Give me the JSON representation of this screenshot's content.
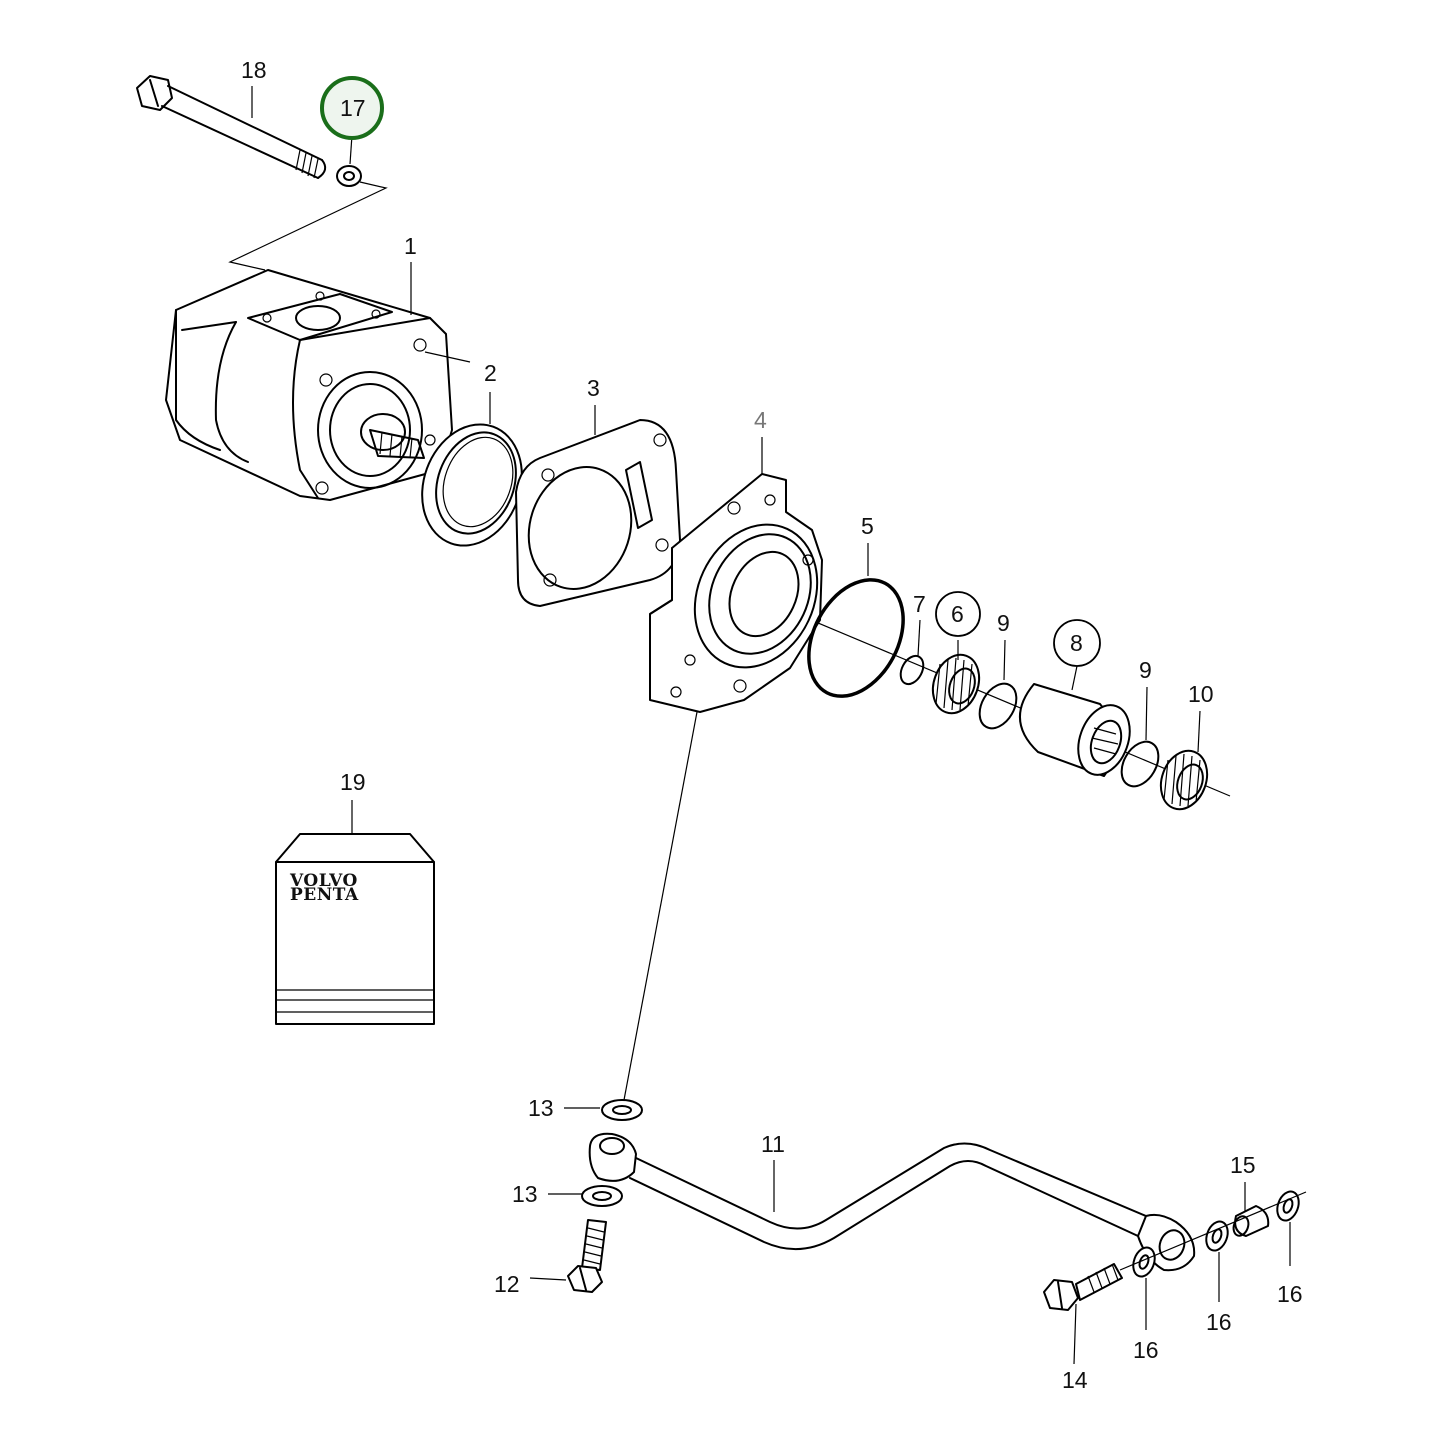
{
  "parts": {
    "p1": "1",
    "p2": "2",
    "p3": "3",
    "p4": "4",
    "p5": "5",
    "p6": "6",
    "p7": "7",
    "p8": "8",
    "p9a": "9",
    "p9b": "9",
    "p10": "10",
    "p11": "11",
    "p12": "12",
    "p13a": "13",
    "p13b": "13",
    "p14": "14",
    "p15": "15",
    "p16a": "16",
    "p16b": "16",
    "p16c": "16",
    "p17": "17",
    "p18": "18",
    "p19": "19"
  },
  "highlighted_part": "17",
  "highlight_color": "#1a6e1a",
  "paint_can": {
    "brand_line1": "VOLVO",
    "brand_line2": "PENTA"
  }
}
